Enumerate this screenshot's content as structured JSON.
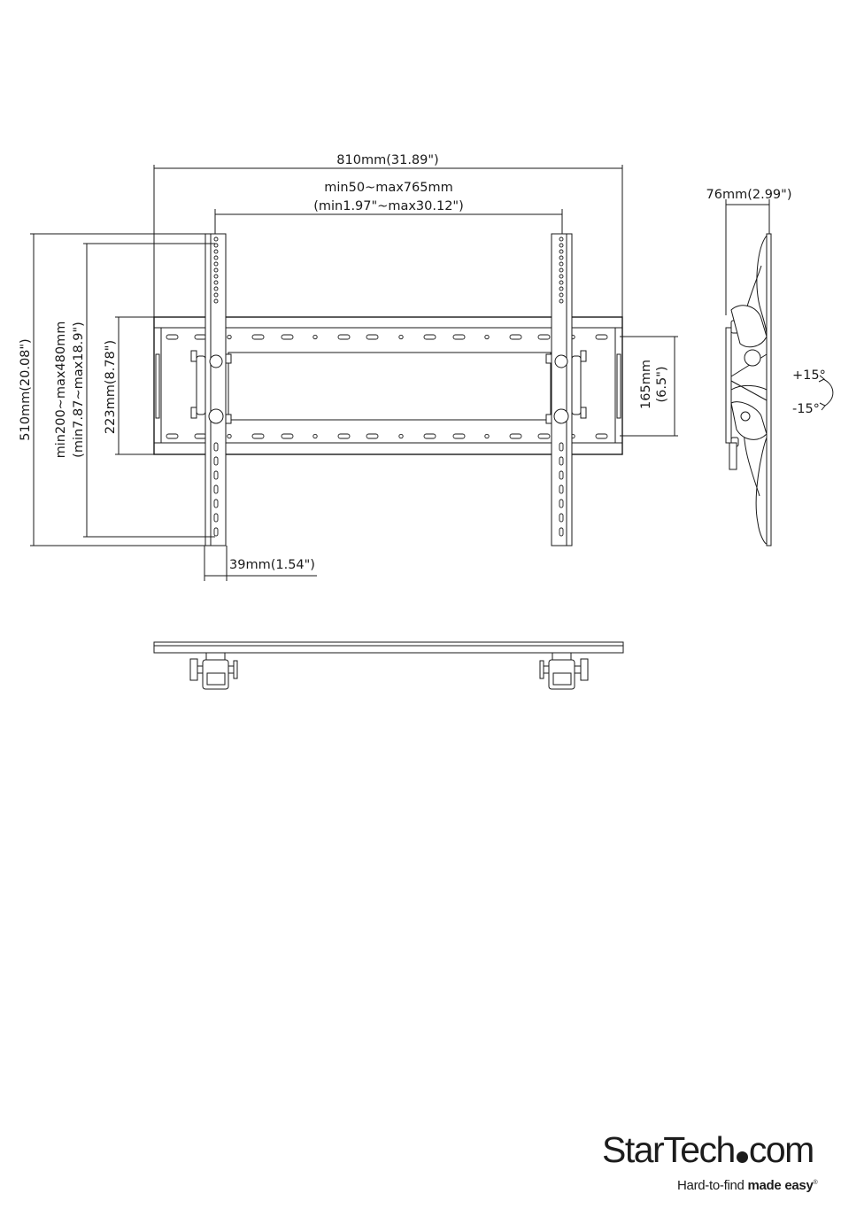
{
  "dimensions": {
    "overall_width": "810mm(31.89\")",
    "vesa_width_min": "min50~max765mm",
    "vesa_width_in": "(min1.97\"~max30.12\")",
    "depth": "76mm(2.99\")",
    "overall_height": "510mm(20.08\")",
    "vesa_height_min": "min200~max480mm",
    "vesa_height_in": "(min7.87~max18.9\")",
    "plate_height": "223mm(8.78\")",
    "hole_spacing": "165mm",
    "hole_spacing_in": "(6.5\")",
    "arm_width": "39mm(1.54\")",
    "tilt_up": "+15°",
    "tilt_down": "-15°"
  },
  "brand": {
    "name_start": "StarTech",
    "name_end": "com",
    "tagline_light": "Hard-to-find ",
    "tagline_bold": "made easy",
    "trademark": "®"
  }
}
